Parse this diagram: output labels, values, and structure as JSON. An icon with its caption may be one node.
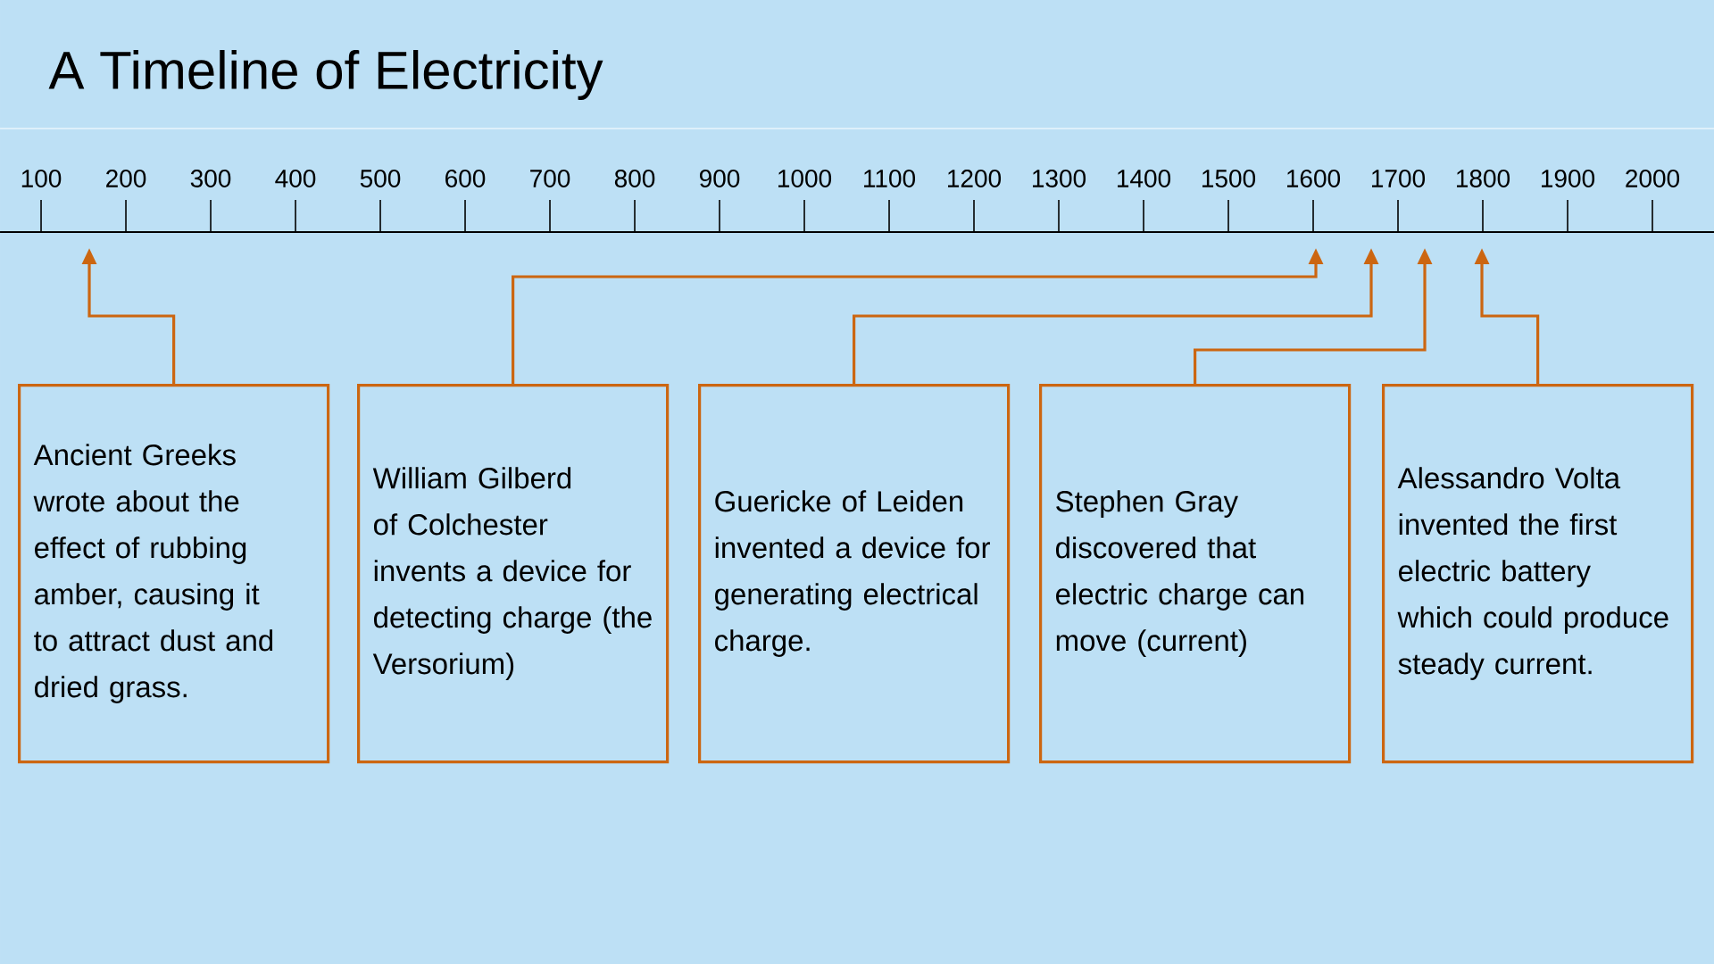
{
  "diagram": {
    "title": "A Timeline of Electricity",
    "nodes": [
      {
        "text": [
          "Ancient Greeks wrote about the effect of rubbing amber, causing it to attract dust and dried grass."
        ]
      },
      {
        "text": [
          "William Gilberd of Colchester invents a device for detecting charge (the Versorium)"
        ]
      },
      {
        "text": [
          "Guericke of Leiden invented a device for generating electrical charge."
        ]
      },
      {
        "text": [
          "Stephen Gray discovered that electric charge can move (current)"
        ]
      },
      {
        "text": [
          "Alessandro Volta invented the first electric battery which could produce steady current."
        ]
      }
    ],
    "edges": [
      {
        "from": 0,
        "to": null,
        "arrow": "to"
      },
      {
        "from": 1,
        "to": null,
        "arrow": "to"
      },
      {
        "from": 2,
        "to": null,
        "arrow": "to"
      },
      {
        "from": 3,
        "to": null,
        "arrow": "to"
      },
      {
        "from": 4,
        "to": null,
        "arrow": "to"
      }
    ],
    "labels": [
      "100",
      "200",
      "300",
      "400",
      "500",
      "600",
      "700",
      "800",
      "900",
      "1000",
      "1100",
      "1200",
      "1300",
      "1400",
      "1500",
      "1600",
      "1700",
      "1800",
      "1900",
      "2000"
    ]
  }
}
